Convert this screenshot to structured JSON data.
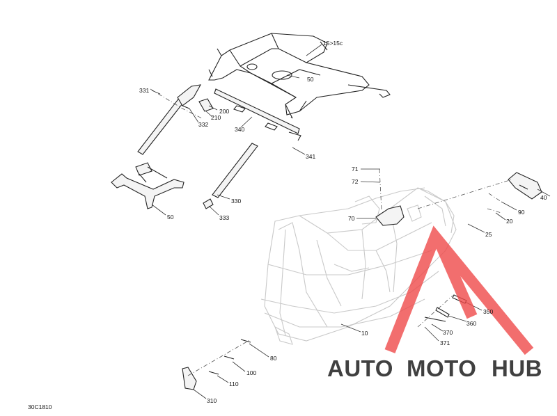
{
  "diagram": {
    "figure_code": "30C1810",
    "callouts": [
      {
        "id": "c-15-15c",
        "label": "15>15c"
      },
      {
        "id": "c-50-top",
        "label": "50"
      },
      {
        "id": "c-331",
        "label": "331"
      },
      {
        "id": "c-200",
        "label": "200"
      },
      {
        "id": "c-210",
        "label": "210"
      },
      {
        "id": "c-332",
        "label": "332"
      },
      {
        "id": "c-340",
        "label": "340"
      },
      {
        "id": "c-341",
        "label": "341"
      },
      {
        "id": "c-330",
        "label": "330"
      },
      {
        "id": "c-333",
        "label": "333"
      },
      {
        "id": "c-50-left",
        "label": "50"
      },
      {
        "id": "c-71",
        "label": "71"
      },
      {
        "id": "c-72",
        "label": "72"
      },
      {
        "id": "c-70",
        "label": "70"
      },
      {
        "id": "c-40",
        "label": "40"
      },
      {
        "id": "c-90",
        "label": "90"
      },
      {
        "id": "c-20",
        "label": "20"
      },
      {
        "id": "c-25",
        "label": "25"
      },
      {
        "id": "c-350",
        "label": "350"
      },
      {
        "id": "c-360",
        "label": "360"
      },
      {
        "id": "c-370",
        "label": "370"
      },
      {
        "id": "c-371",
        "label": "371"
      },
      {
        "id": "c-10",
        "label": "10"
      },
      {
        "id": "c-80",
        "label": "80"
      },
      {
        "id": "c-100",
        "label": "100"
      },
      {
        "id": "c-110",
        "label": "110"
      },
      {
        "id": "c-310",
        "label": "310"
      }
    ]
  },
  "watermark": {
    "part1": "AUTO",
    "part2": "MOTO",
    "part3": "HUB",
    "colors": {
      "auto": "#f3b24a",
      "moto": "#f29a94",
      "hub": "#666666",
      "triangle": "#ef4a4a"
    }
  }
}
